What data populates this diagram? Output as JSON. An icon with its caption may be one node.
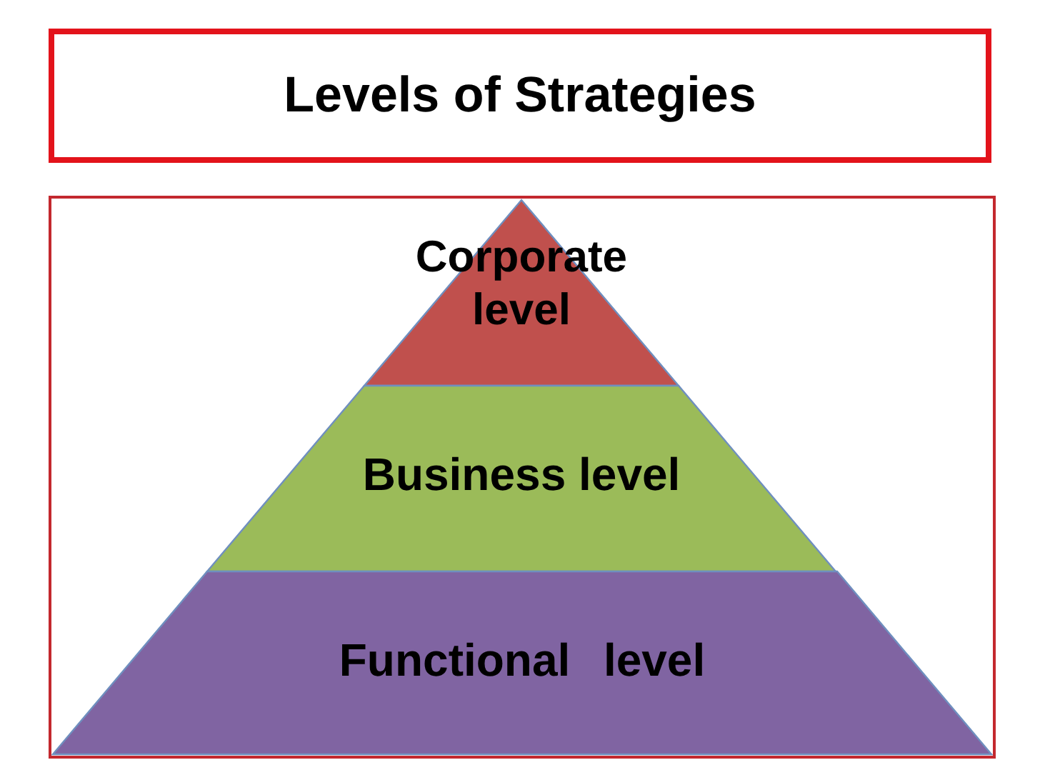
{
  "diagram": {
    "title": "Levels of Strategies",
    "nodes": [
      {
        "text": [
          "Corporate level"
        ]
      },
      {
        "text": [
          "Business level"
        ]
      },
      {
        "text": [
          "Functional level"
        ]
      }
    ]
  }
}
